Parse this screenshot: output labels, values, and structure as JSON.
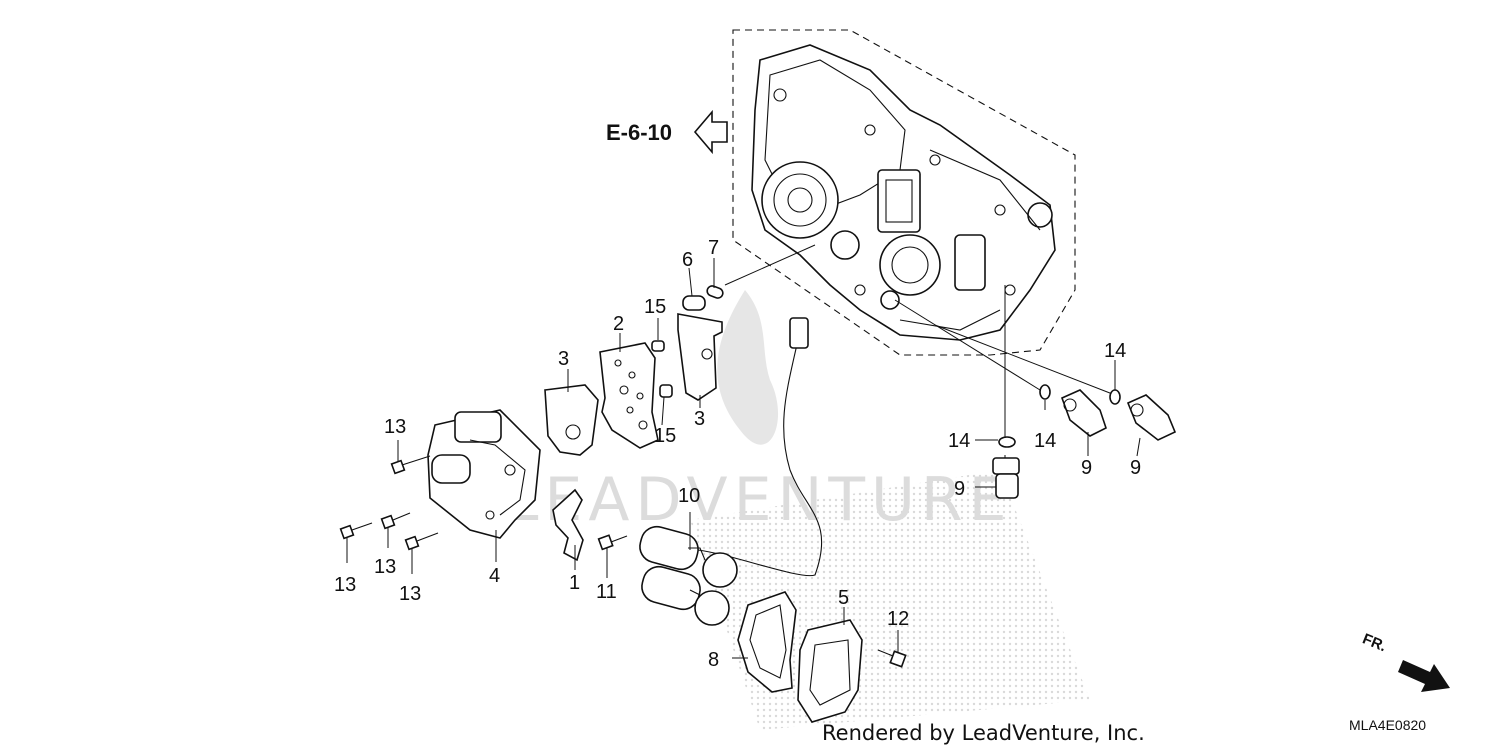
{
  "diagram": {
    "reference": "E-6-10",
    "footer": "Rendered by LeadVenture, Inc.",
    "code": "MLA4E0820",
    "direction": "FR.",
    "watermark": "LEADVENTURE",
    "callouts": {
      "c1": "1",
      "c2": "2",
      "c3a": "3",
      "c3b": "3",
      "c4": "4",
      "c5": "5",
      "c6": "6",
      "c7": "7",
      "c8": "8",
      "c9a": "9",
      "c9b": "9",
      "c9c": "9",
      "c10": "10",
      "c11": "11",
      "c12": "12",
      "c13a": "13",
      "c13b": "13",
      "c13c": "13",
      "c13d": "13",
      "c14a": "14",
      "c14b": "14",
      "c14c": "14",
      "c15a": "15",
      "c15b": "15"
    }
  }
}
